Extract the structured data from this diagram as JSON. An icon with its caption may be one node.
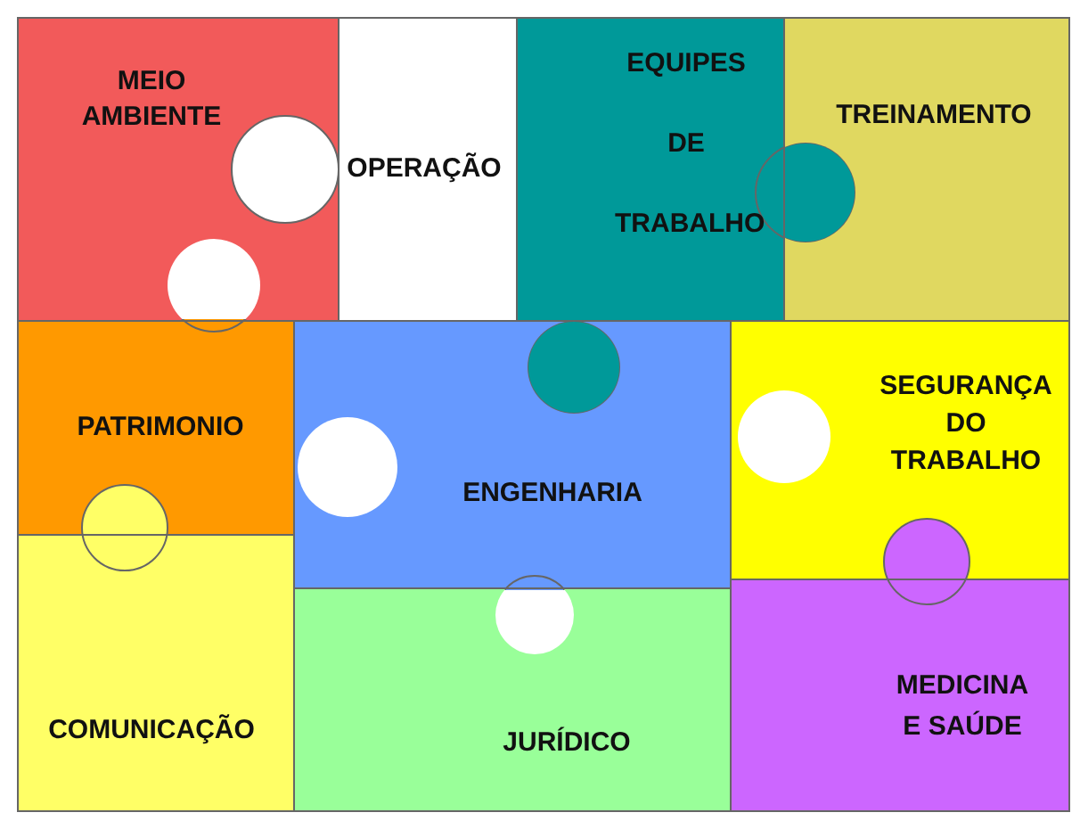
{
  "diagram": {
    "nodes": [
      {
        "text": [
          "MEIO AMBIENTE"
        ]
      },
      {
        "text": [
          "OPERAÇÃO"
        ]
      },
      {
        "text": [
          "EQUIPES DE TRABALHO"
        ]
      },
      {
        "text": [
          "TREINAMENTO"
        ]
      },
      {
        "text": [
          "PATRIMONIO"
        ]
      },
      {
        "text": [
          "ENGENHARIA"
        ]
      },
      {
        "text": [
          "SEGURANÇA DO TRABALHO"
        ]
      },
      {
        "text": [
          "COMUNICAÇÃO"
        ]
      },
      {
        "text": [
          "JURÍDICO"
        ]
      },
      {
        "text": [
          "MEDICINA E SAÚDE"
        ]
      }
    ]
  }
}
